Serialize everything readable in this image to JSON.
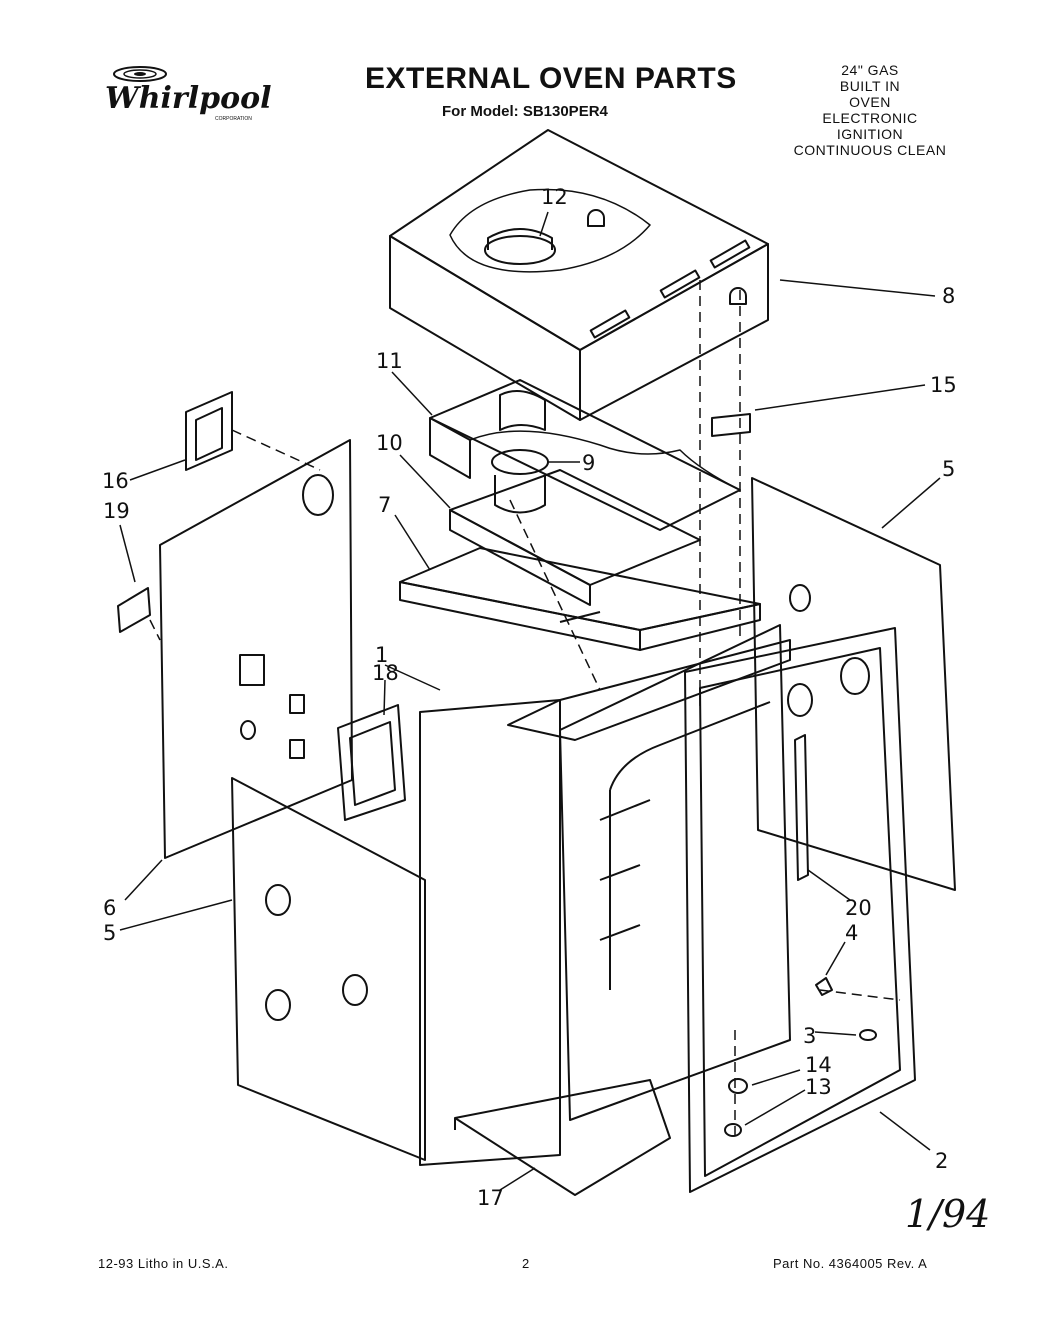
{
  "logo": {
    "brand": "Whirlpool",
    "sub": "CORPORATION"
  },
  "header": {
    "title": "EXTERNAL OVEN PARTS",
    "subtitle": "For Model: SB130PER4",
    "spec_lines": [
      "24\" GAS",
      "BUILT IN",
      "OVEN",
      "ELECTRONIC",
      "IGNITION",
      "CONTINUOUS CLEAN"
    ]
  },
  "callouts": [
    {
      "id": "12",
      "label": "12"
    },
    {
      "id": "8",
      "label": "8"
    },
    {
      "id": "11",
      "label": "11"
    },
    {
      "id": "15",
      "label": "15"
    },
    {
      "id": "10",
      "label": "10"
    },
    {
      "id": "9",
      "label": "9"
    },
    {
      "id": "16",
      "label": "16"
    },
    {
      "id": "5a",
      "label": "5"
    },
    {
      "id": "19",
      "label": "19"
    },
    {
      "id": "7",
      "label": "7"
    },
    {
      "id": "1",
      "label": "1"
    },
    {
      "id": "18",
      "label": "18"
    },
    {
      "id": "6",
      "label": "6"
    },
    {
      "id": "5b",
      "label": "5"
    },
    {
      "id": "20",
      "label": "20"
    },
    {
      "id": "4",
      "label": "4"
    },
    {
      "id": "3",
      "label": "3"
    },
    {
      "id": "14",
      "label": "14"
    },
    {
      "id": "13",
      "label": "13"
    },
    {
      "id": "2",
      "label": "2"
    },
    {
      "id": "17",
      "label": "17"
    }
  ],
  "handnote": "1/94",
  "footer": {
    "left": "12-93 Litho in U.S.A.",
    "page": "2",
    "right": "Part No. 4364005 Rev. A"
  }
}
